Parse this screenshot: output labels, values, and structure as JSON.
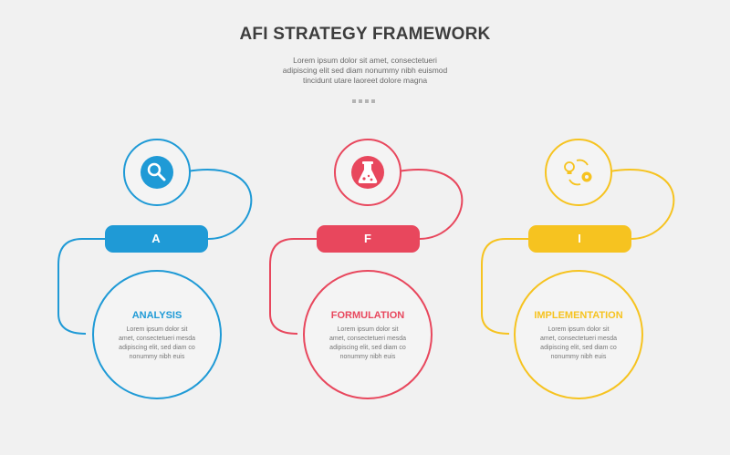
{
  "header": {
    "title": "AFI STRATEGY FRAMEWORK",
    "subtitle": [
      "Lorem ipsum dolor sit amet, consectetueri",
      "adipiscing elit sed diam nonummy nibh euismod",
      "tincidunt utare laoreet dolore magna"
    ]
  },
  "steps": [
    {
      "letter": "A",
      "title": "ANALYSIS",
      "text": [
        "Lorem ipsum dolor sit",
        "amet, consectetueri mesda",
        "adipiscing elit, sed diam co",
        "nonummy nibh euis"
      ],
      "color": "#1f9ad6",
      "icon": "magnifier-icon"
    },
    {
      "letter": "F",
      "title": "FORMULATION",
      "text": [
        "Lorem ipsum dolor sit",
        "amet, consectetueri mesda",
        "adipiscing elit, sed diam co",
        "nonummy nibh euis"
      ],
      "color": "#e8475d",
      "icon": "flask-icon"
    },
    {
      "letter": "I",
      "title": "IMPLEMENTATION",
      "text": [
        "Lorem ipsum dolor sit",
        "amet, consectetueri mesda",
        "adipiscing elit, sed diam co",
        "nonummy nibh euis"
      ],
      "color": "#f6c320",
      "icon": "idea-gear-cycle-icon"
    }
  ]
}
